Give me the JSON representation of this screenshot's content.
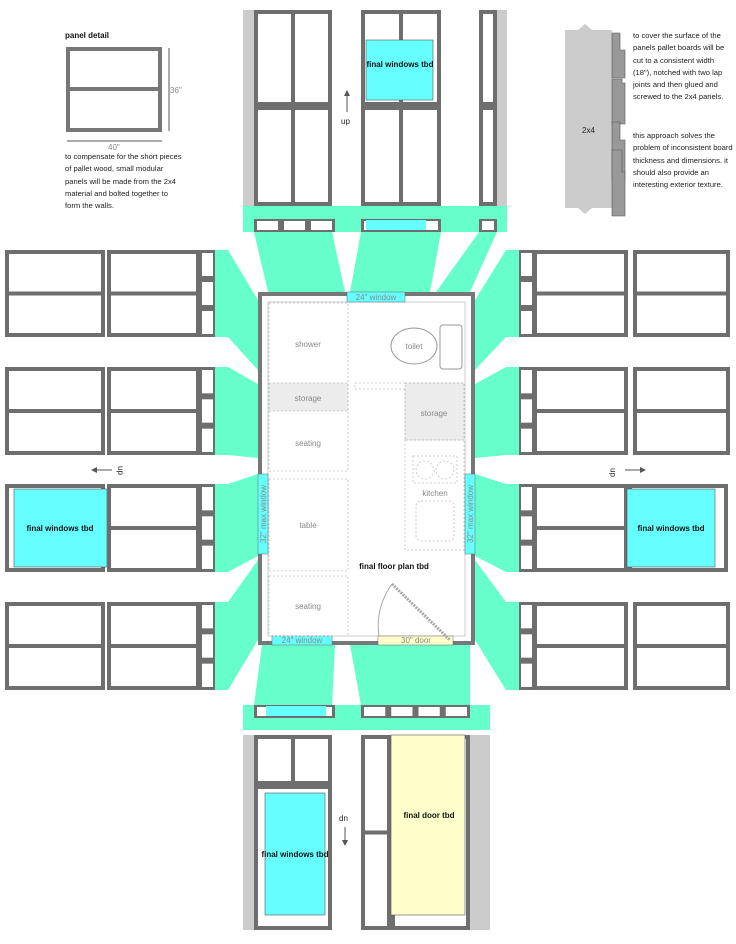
{
  "panel_detail": {
    "title": "panel detail",
    "height_label": "36\"",
    "width_label": "40\"",
    "note": "to compensate for the short pieces of pallet wood, small modular panels will be made from the 2x4 material and bolted together to form the walls."
  },
  "board_detail": {
    "stud_label": "2x4",
    "note1": "to cover the surface of the panels pallet boards will be cut to a consistent width (18\"), notched with two lap joints and then glued and screwed to the 2x4 panels.",
    "note2": "this approach solves the problem of inconsistent board thickness and dimensions. it should also provide an interesting exterior texture."
  },
  "walls": {
    "top_window": "final windows tbd",
    "left_window": "final windows tbd",
    "right_window": "final windows tbd",
    "bottom_window": "final windows tbd",
    "bottom_door": "final door tbd",
    "arrow_top": "up",
    "arrow_left": "up",
    "arrow_right": "dn",
    "arrow_bottom": "dn"
  },
  "floor_plan": {
    "title": "final floor plan tbd",
    "top_window": "24\" window",
    "bottom_window": "24\" window",
    "door": "30\" door",
    "left_window": "32\" max window",
    "right_window": "32\" max window",
    "rooms": [
      "shower",
      "storage",
      "seating",
      "table",
      "seating",
      "toilet",
      "storage",
      "kitchen"
    ]
  },
  "colors": {
    "wall_link": "#66ffcc",
    "window": "#66ffff",
    "door": "#ffffcc",
    "frame": "#6e6e6e",
    "storage": "#ececec"
  }
}
